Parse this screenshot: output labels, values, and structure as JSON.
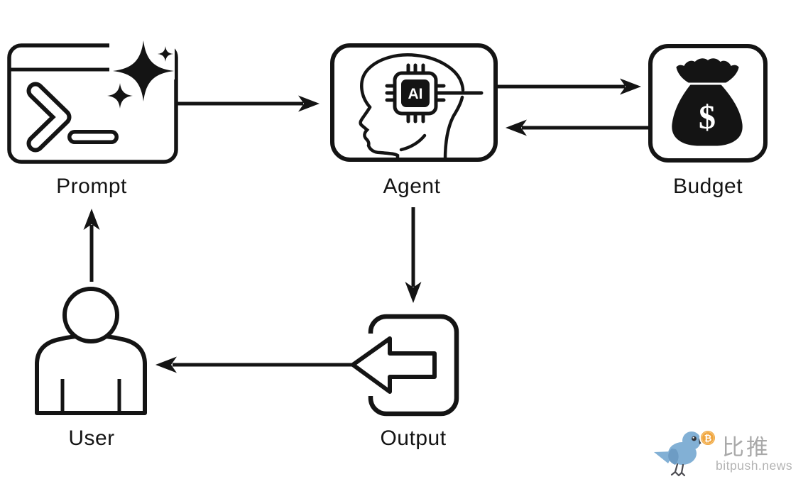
{
  "diagram": {
    "background_color": "#ffffff",
    "ink_color": "#141414",
    "nodes": [
      {
        "id": "prompt",
        "label": "Prompt",
        "icon": "terminal-sparkles-icon"
      },
      {
        "id": "agent",
        "label": "Agent",
        "icon": "ai-head-chip-icon",
        "chip_label": "AI"
      },
      {
        "id": "budget",
        "label": "Budget",
        "icon": "money-bag-icon",
        "currency_symbol": "$"
      },
      {
        "id": "output",
        "label": "Output",
        "icon": "export-arrow-icon"
      },
      {
        "id": "user",
        "label": "User",
        "icon": "person-icon"
      }
    ],
    "edges": [
      {
        "from": "prompt",
        "to": "agent"
      },
      {
        "from": "agent",
        "to": "budget"
      },
      {
        "from": "budget",
        "to": "agent"
      },
      {
        "from": "agent",
        "to": "output"
      },
      {
        "from": "output",
        "to": "user"
      },
      {
        "from": "user",
        "to": "prompt"
      }
    ]
  },
  "watermark": {
    "brand_name": "比推",
    "brand_domain": "bitpush.news",
    "coin_symbol": "₿",
    "bird_color": "#82b0d5",
    "coin_color": "#efa43e",
    "text_color": "#a9a9a9"
  }
}
